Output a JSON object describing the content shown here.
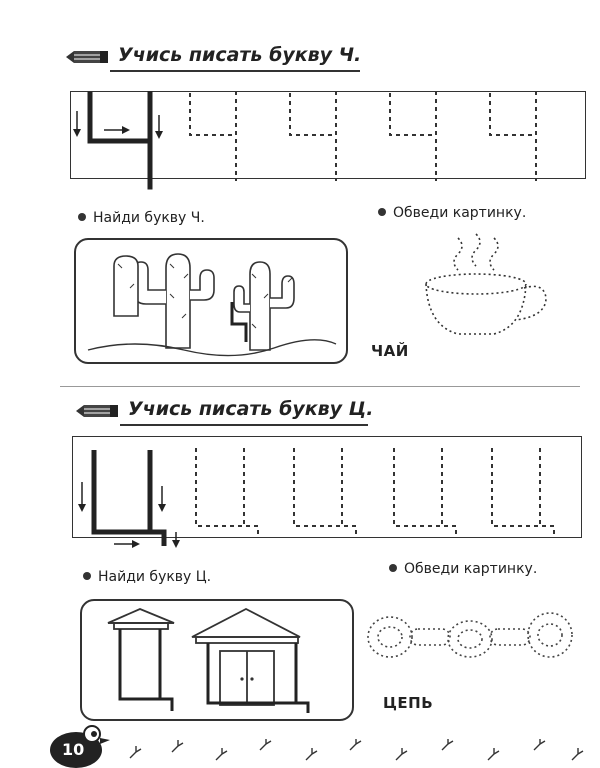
{
  "section1": {
    "title": "Учись писать букву Ч.",
    "find_text": "Найди букву Ч.",
    "trace_text": "Обведи картинку.",
    "word": "ЧАЙ"
  },
  "section2": {
    "title": "Учись писать букву Ц.",
    "find_text": "Найди букву Ц.",
    "trace_text": "Обведи картинку.",
    "word": "ЦЕПЬ"
  },
  "page": {
    "number": "10"
  },
  "icons": {
    "title_icon": "pencil-icon",
    "mascot": "bird-icon",
    "footer": "bird-footprints-icon"
  }
}
